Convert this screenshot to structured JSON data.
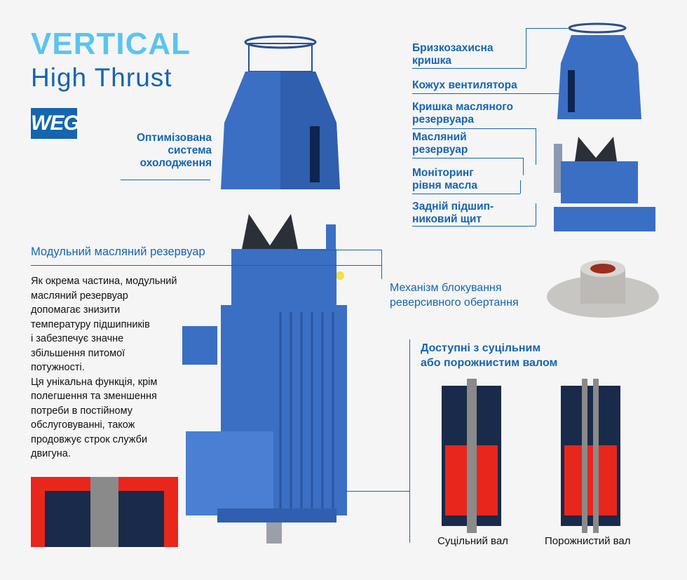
{
  "header": {
    "title": "VERTICAL",
    "subtitle": "High Thrust",
    "logo_text": "WEG"
  },
  "labels": {
    "cooling": "Оптимізована система охолодження",
    "modular_title": "Модульний масляний резервуар",
    "modular_body": [
      "Як окрема частина, модульний",
      "масляний резервуар",
      "допомагає знизити",
      "температуру підшипників",
      "і забезпечує значне",
      "збільшення питомої",
      "потужності.",
      "Ця унікальна функція, крім",
      "полегшення та зменшення",
      "потреби в постійному",
      "обслуговуванні, також",
      "продовжує строк служби",
      "двигуна."
    ],
    "right": [
      "Бризкозахисна кришка",
      "Кожух вентилятора",
      "Кришка масляного резервуара",
      "Масляний резервуар",
      "Моніторинг рівня масла",
      "Задній підшипниковий щит"
    ],
    "right_lines": [
      [
        "Бризкозахисна",
        "кришка"
      ],
      [
        "Кожух вентилятора"
      ],
      [
        "Кришка масляного",
        "резервуара"
      ],
      [
        "Масляний",
        "резервуар"
      ],
      [
        "Моніторинг",
        "рівня масла"
      ],
      [
        "Задній підшип-",
        "никовий щит"
      ]
    ],
    "reverse": [
      "Механізм блокування",
      "реверсивного обертання"
    ],
    "shaft": [
      "Доступні з суцільним",
      "або порожнистим валом"
    ],
    "solid": "Суцільний вал",
    "hollow": "Порожнистий вал"
  },
  "colors": {
    "accent": "#5bc4ee",
    "brand": "#1565b0",
    "motor": "#3a6fc4",
    "red": "#e8261c"
  }
}
